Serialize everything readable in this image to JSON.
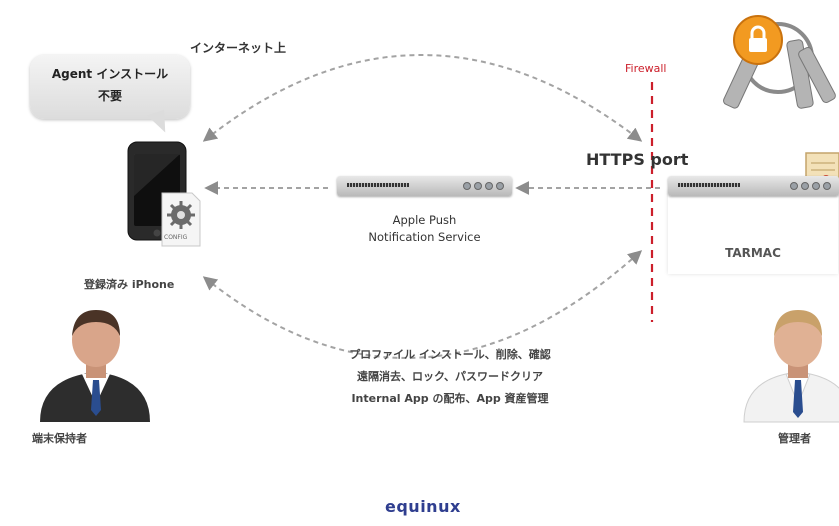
{
  "internet_label": "インターネット上",
  "bubble": {
    "line1": "Agent インストール",
    "line2": "不要"
  },
  "firewall_label": "Firewall",
  "https_label": "HTTPS port",
  "apns": {
    "line1": "Apple Push",
    "line2": "Notification Service"
  },
  "tarmac_label": "TARMAC",
  "iphone_label": "登録済み iPhone",
  "config_label": "CONFIG",
  "features": {
    "line1": "プロファイル インストール、削除、確認",
    "line2": "遠隔消去、ロック、パスワードクリア",
    "line3": "Internal App の配布、App 資産管理"
  },
  "user_label": "端末保持者",
  "admin_label": "管理者",
  "brand": "equinux",
  "colors": {
    "firewall": "#cc1f2b",
    "arrow": "#999999",
    "key_orange": "#f29a21"
  }
}
